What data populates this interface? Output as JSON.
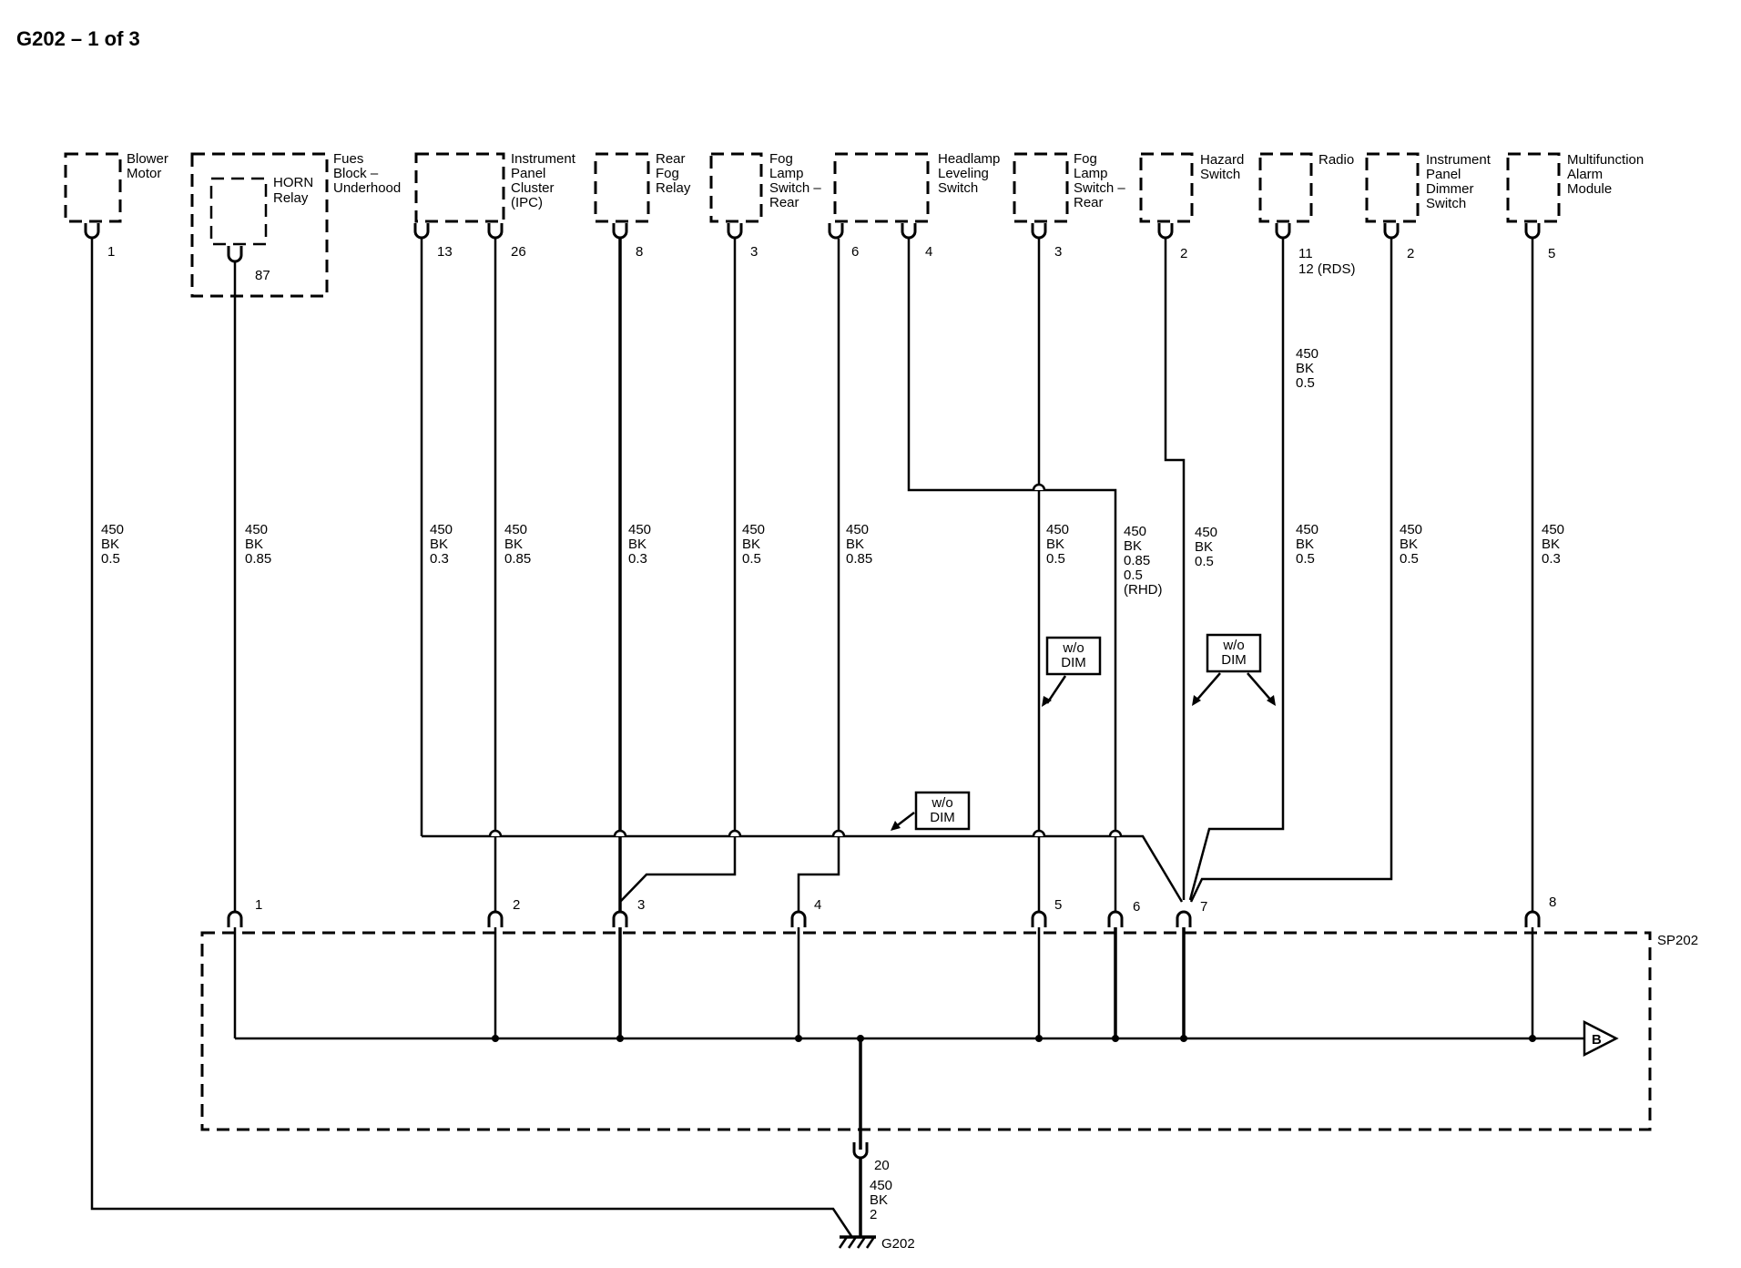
{
  "title": "G202 – 1 of 3",
  "components": {
    "blower": [
      "Blower",
      "Motor"
    ],
    "fues_block": [
      "Fues",
      "Block –",
      "Underhood"
    ],
    "horn_relay": [
      "HORN",
      "Relay"
    ],
    "ipc": [
      "Instrument",
      "Panel",
      "Cluster",
      "(IPC)"
    ],
    "rear_fog_relay": [
      "Rear",
      "Fog",
      "Relay"
    ],
    "fog_switch_1": [
      "Fog",
      "Lamp",
      "Switch –",
      "Rear"
    ],
    "headlamp": [
      "Headlamp",
      "Leveling",
      "Switch"
    ],
    "fog_switch_2": [
      "Fog",
      "Lamp",
      "Switch –",
      "Rear"
    ],
    "hazard": [
      "Hazard",
      "Switch"
    ],
    "radio": [
      "Radio"
    ],
    "dimmer": [
      "Instrument",
      "Panel",
      "Dimmer",
      "Switch"
    ],
    "alarm": [
      "Multifunction",
      "Alarm",
      "Module"
    ]
  },
  "pins": {
    "blower": "1",
    "horn": "87",
    "ipc_a": "13",
    "ipc_b": "26",
    "rear_fog": "8",
    "fog1": "3",
    "head_a": "6",
    "head_b": "4",
    "fog2": "3",
    "hazard": "2",
    "radio_a": "11",
    "radio_b": "12 (RDS)",
    "dimmer": "2",
    "alarm": "5"
  },
  "wires": {
    "blower": [
      "450",
      "BK",
      "0.5"
    ],
    "horn": [
      "450",
      "BK",
      "0.85"
    ],
    "ipc_a": [
      "450",
      "BK",
      "0.3"
    ],
    "ipc_b": [
      "450",
      "BK",
      "0.85"
    ],
    "rear_fog": [
      "450",
      "BK",
      "0.3"
    ],
    "fog1": [
      "450",
      "BK",
      "0.5"
    ],
    "head_a": [
      "450",
      "BK",
      "0.85"
    ],
    "fog2": [
      "450",
      "BK",
      "0.5"
    ],
    "head_b": [
      "450",
      "BK",
      "0.85",
      "0.5",
      "(RHD)"
    ],
    "hazard": [
      "450",
      "BK",
      "0.5"
    ],
    "radio_top": [
      "450",
      "BK",
      "0.5"
    ],
    "radio": [
      "450",
      "BK",
      "0.5"
    ],
    "dimmer": [
      "450",
      "BK",
      "0.5"
    ],
    "alarm": [
      "450",
      "BK",
      "0.3"
    ],
    "ground": [
      "450",
      "BK",
      "2"
    ]
  },
  "option_labels": {
    "a": [
      "w/o",
      "DIM"
    ],
    "b": [
      "w/o",
      "DIM"
    ],
    "c": [
      "w/o",
      "DIM"
    ]
  },
  "splice": {
    "name": "SP202",
    "pins": [
      "1",
      "2",
      "3",
      "4",
      "5",
      "6",
      "7",
      "8"
    ],
    "arrow_label": "B"
  },
  "ground": {
    "pin": "20",
    "name": "G202"
  }
}
